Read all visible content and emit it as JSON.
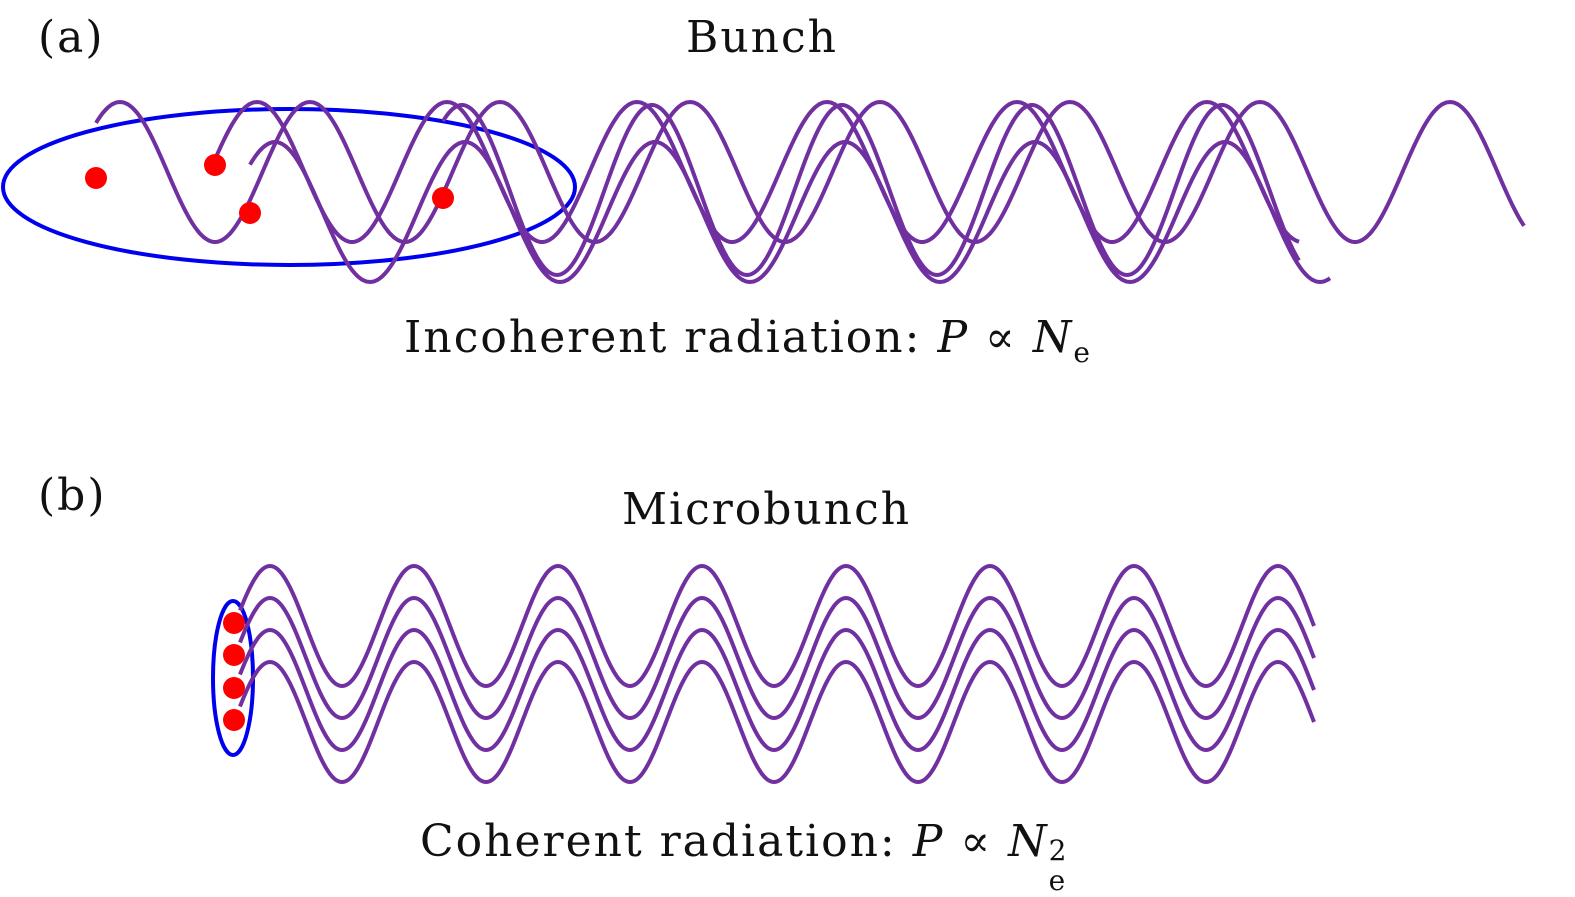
{
  "panel_a": {
    "label": "(a)",
    "title": "Bunch",
    "caption_prefix": "Incoherent radiation: ",
    "caption_P": "P",
    "caption_prop": "∝",
    "caption_N": "N",
    "caption_sub": "e"
  },
  "panel_b": {
    "label": "(b)",
    "title": "Microbunch",
    "caption_prefix": "Coherent radiation: ",
    "caption_P": "P",
    "caption_prop": "∝",
    "caption_N": "N",
    "caption_sub": "e",
    "caption_sup": "2"
  },
  "colors": {
    "wave": "#7030a0",
    "ellipse": "#0000ee",
    "electron": "#ff0000"
  }
}
